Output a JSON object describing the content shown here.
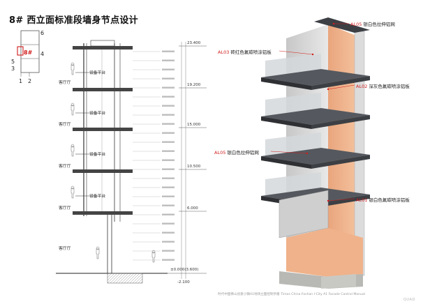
{
  "title": "8# 西立面标准段墙身节点设计",
  "key_plan": {
    "block_label": "8#",
    "axis_labels": [
      "6",
      "4",
      "5",
      "3",
      "1",
      "2"
    ]
  },
  "section": {
    "elevations": [
      "23.400",
      "19.200",
      "15.000",
      "10.500",
      "6.000",
      "±0.000(3.600)",
      "-2.100"
    ],
    "room_labels": {
      "platform": "设备平台",
      "living": "客厅厅"
    }
  },
  "callouts": [
    {
      "code": "AL05",
      "text": "银白色拉伸铝网"
    },
    {
      "code": "AL03",
      "text": "砖红色氟碳喷涂铝板"
    },
    {
      "code": "AL02",
      "text": "深灰色氟碳喷涂铝板"
    },
    {
      "code": "AL05",
      "text": "银白色拉伸铝网"
    },
    {
      "code": "AL01",
      "text": "银白色氟碳喷涂铝板"
    }
  ],
  "footer": "时代中国佛山创意小镇A1地块立面控制手册   Times China Foshan I-City A1 Facade Control Manual",
  "brand": "QUAD",
  "colors": {
    "accent_red": "#d21b1b",
    "terracotta_panel": "#eba073",
    "dark_slab": "#3c3f44",
    "glass": "#d3d8da",
    "mesh": "#c8c8c8"
  }
}
